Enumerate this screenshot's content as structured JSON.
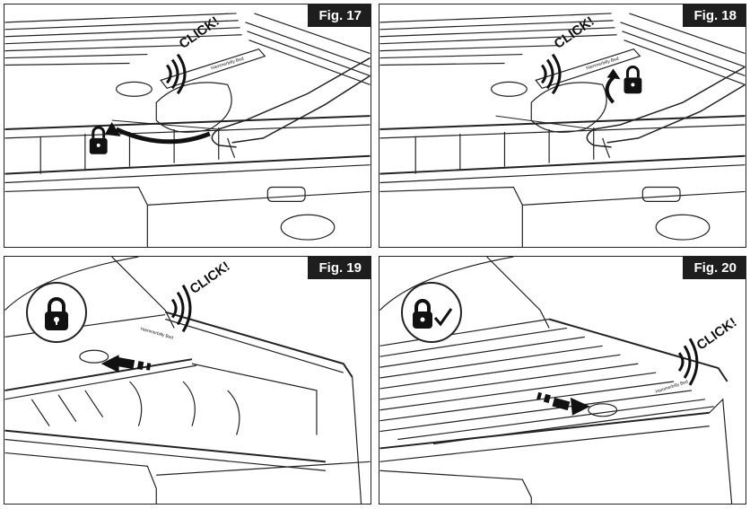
{
  "figures": [
    {
      "label": "Fig. 17",
      "callout": "CLICK!",
      "plate_text": "Hammerbilly Bed"
    },
    {
      "label": "Fig. 18",
      "callout": "CLICK!",
      "plate_text": "Hammerbilly Bed"
    },
    {
      "label": "Fig. 19",
      "callout": "CLICK!",
      "plate_text": "Hammerbilly Bed",
      "status_icon": "lock-icon"
    },
    {
      "label": "Fig. 20",
      "callout": "CLICK!",
      "plate_text": "Hammerbilly Bed",
      "status_icon": "lock-check-icon"
    }
  ]
}
